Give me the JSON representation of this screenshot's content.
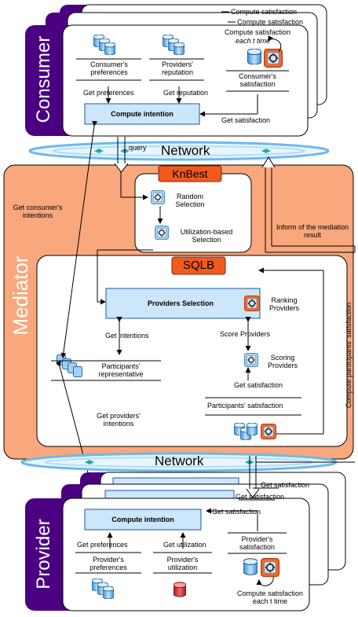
{
  "consumer": {
    "label": "Consumer",
    "back_text_1": "Compute satisfaction",
    "back_text_2": "Compute satisfaction",
    "compute_each_line1": "Compute satisfaction",
    "compute_each_line2": "each t time",
    "preferences": "Consumer's preferences",
    "reputation": "Providers' reputation",
    "satisfaction": "Consumer's satisfaction",
    "get_preferences": "Get preferences",
    "get_reputation": "Get reputation",
    "get_satisfaction": "Get satisfaction",
    "compute_intention": "Compute intention"
  },
  "network_top": {
    "label": "Network",
    "query": "query"
  },
  "mediator": {
    "label": "Mediator",
    "get_consumer_intentions": "Get consumer's intentions",
    "inform_result": "Inform of the mediation result",
    "compute_participants_satisfaction": "Compute participants' satisfaction",
    "get_providers_intentions": "Get providers' intentions"
  },
  "knbest": {
    "label": "KnBest",
    "random_selection": "Random Selection",
    "utilization_selection": "Utilization-based Selection"
  },
  "sqlb": {
    "label": "SQLB",
    "providers_selection": "Providers Selection",
    "ranking_providers": "Ranking Providers",
    "get_intentions": "Get intentions",
    "score_providers": "Score Providers",
    "scoring_providers": "Scoring Providers",
    "representative": "Participants' representative",
    "get_satisfaction": "Get satisfaction",
    "participants_satisfaction": "Participants' satisfaction"
  },
  "network_bottom": {
    "label": "Network"
  },
  "provider": {
    "label": "Provider",
    "back_text_1": "Get satisfaction",
    "back_text_2": "Get satisfaction",
    "get_satisfaction": "Get satisfaction",
    "compute_intention": "Compute intention",
    "get_preferences": "Get preferences",
    "get_utilization": "Get utilization",
    "satisfaction": "Provider's satisfaction",
    "preferences": "Provider's preferences",
    "utilization": "Provider's utilization",
    "compute_each": "Compute satisfaction each t time"
  },
  "colors": {
    "indigo": "#4b0082",
    "mediator_orange": "#f9a77c",
    "process_blue": "#cce6fb",
    "label_orange": "#f05a1e",
    "network_blue": "#9fd3f7",
    "db_red": "#d42a2a"
  }
}
